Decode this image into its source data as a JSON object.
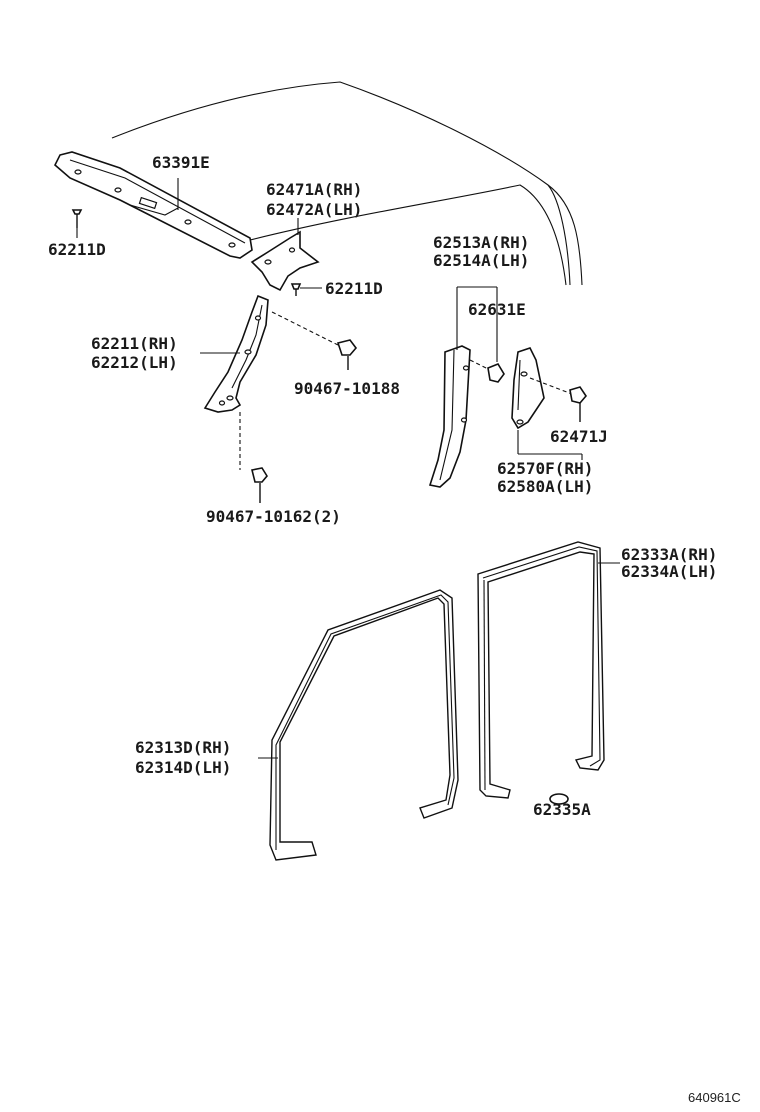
{
  "labels": {
    "p63391e": "63391E",
    "p62211d_left": "62211D",
    "p62471a": "62471A(RH)",
    "p62472a": "62472A(LH)",
    "p62211d_center": "62211D",
    "p62211": "62211(RH)",
    "p62212": "62212(LH)",
    "p90467_10188": "90467-10188",
    "p90467_10162": "90467-10162(2)",
    "p62513a": "62513A(RH)",
    "p62514a": "62514A(LH)",
    "p62631e": "62631E",
    "p62471j": "62471J",
    "p62570f": "62570F(RH)",
    "p62580a": "62580A(LH)",
    "p62333a": "62333A(RH)",
    "p62334a": "62334A(LH)",
    "p62313d": "62313D(RH)",
    "p62314d": "62314D(LH)",
    "p62335a": "62335A"
  },
  "footer": {
    "figure_code": "640961C"
  }
}
